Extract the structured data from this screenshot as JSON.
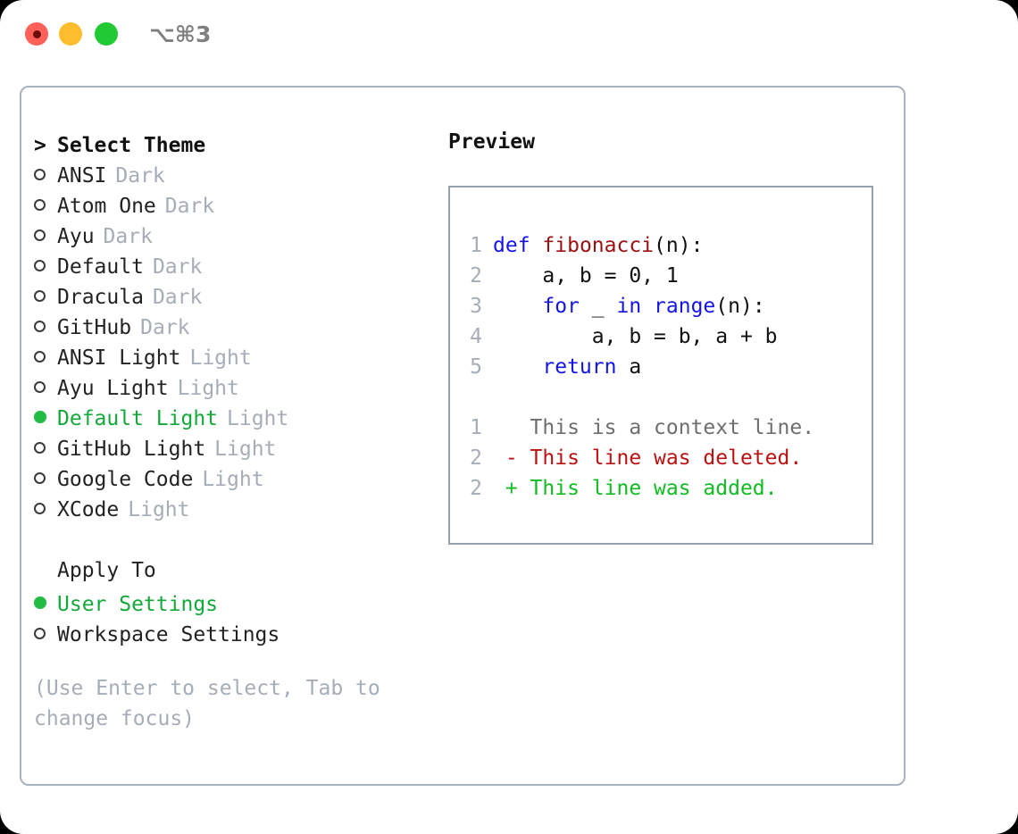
{
  "window": {
    "title": "⌥⌘3",
    "traffic_lights": [
      {
        "name": "close",
        "color": "#ff6058"
      },
      {
        "name": "minimize",
        "color": "#ffbd2e"
      },
      {
        "name": "maximize",
        "color": "#21c932"
      }
    ]
  },
  "theme_picker": {
    "heading_marker": ">",
    "heading": "Select Theme",
    "items": [
      {
        "marker": "o",
        "label": "ANSI",
        "variant": "Dark",
        "selected": false
      },
      {
        "marker": "o",
        "label": "Atom One",
        "variant": "Dark",
        "selected": false
      },
      {
        "marker": "o",
        "label": "Ayu",
        "variant": "Dark",
        "selected": false
      },
      {
        "marker": "o",
        "label": "Default",
        "variant": "Dark",
        "selected": false
      },
      {
        "marker": "o",
        "label": "Dracula",
        "variant": "Dark",
        "selected": false
      },
      {
        "marker": "o",
        "label": "GitHub",
        "variant": "Dark",
        "selected": false
      },
      {
        "marker": "o",
        "label": "ANSI Light",
        "variant": "Light",
        "selected": false
      },
      {
        "marker": "o",
        "label": "Ayu Light",
        "variant": "Light",
        "selected": false
      },
      {
        "marker": "●",
        "label": "Default Light",
        "variant": "Light",
        "selected": true
      },
      {
        "marker": "o",
        "label": "GitHub Light",
        "variant": "Light",
        "selected": false
      },
      {
        "marker": "o",
        "label": "Google Code",
        "variant": "Light",
        "selected": false
      },
      {
        "marker": "o",
        "label": "XCode",
        "variant": "Light",
        "selected": false
      }
    ]
  },
  "apply_to": {
    "heading": "Apply To",
    "options": [
      {
        "marker": "●",
        "label": "User Settings",
        "selected": true
      },
      {
        "marker": "o",
        "label": "Workspace Settings",
        "selected": false
      }
    ]
  },
  "hint": "(Use Enter to select, Tab to change focus)",
  "preview": {
    "title": "Preview",
    "code_lines": [
      {
        "no": "1",
        "tokens": [
          {
            "t": "def",
            "c": "kw"
          },
          {
            "t": " ",
            "c": "pl"
          },
          {
            "t": "fibonacci",
            "c": "fn"
          },
          {
            "t": "(n):",
            "c": "pl"
          }
        ]
      },
      {
        "no": "2",
        "tokens": [
          {
            "t": "    a, b = 0, 1",
            "c": "pl"
          }
        ]
      },
      {
        "no": "3",
        "tokens": [
          {
            "t": "    ",
            "c": "pl"
          },
          {
            "t": "for",
            "c": "kw"
          },
          {
            "t": " _ ",
            "c": "pl"
          },
          {
            "t": "in",
            "c": "kw"
          },
          {
            "t": " ",
            "c": "pl"
          },
          {
            "t": "range",
            "c": "kw"
          },
          {
            "t": "(n):",
            "c": "pl"
          }
        ]
      },
      {
        "no": "4",
        "tokens": [
          {
            "t": "        a, b = b, a + b",
            "c": "pl"
          }
        ]
      },
      {
        "no": "5",
        "tokens": [
          {
            "t": "    ",
            "c": "pl"
          },
          {
            "t": "return",
            "c": "kw"
          },
          {
            "t": " a",
            "c": "pl"
          }
        ]
      }
    ],
    "diff_lines": [
      {
        "no": "1",
        "sign": " ",
        "text": " This is a context line.",
        "kind": "ctx"
      },
      {
        "no": "2",
        "sign": "-",
        "text": " This line was deleted.",
        "kind": "del"
      },
      {
        "no": "2",
        "sign": "+",
        "text": " This line was added.",
        "kind": "add"
      }
    ]
  },
  "colors": {
    "accent_green": "#13a93a",
    "muted": "#a6adb8",
    "keyword_blue": "#1414e8",
    "function_red": "#9b1111",
    "diff_deleted": "#bb1111",
    "diff_added": "#11bb22",
    "panel_border": "#a9b2be",
    "preview_border": "#94a0ae"
  }
}
